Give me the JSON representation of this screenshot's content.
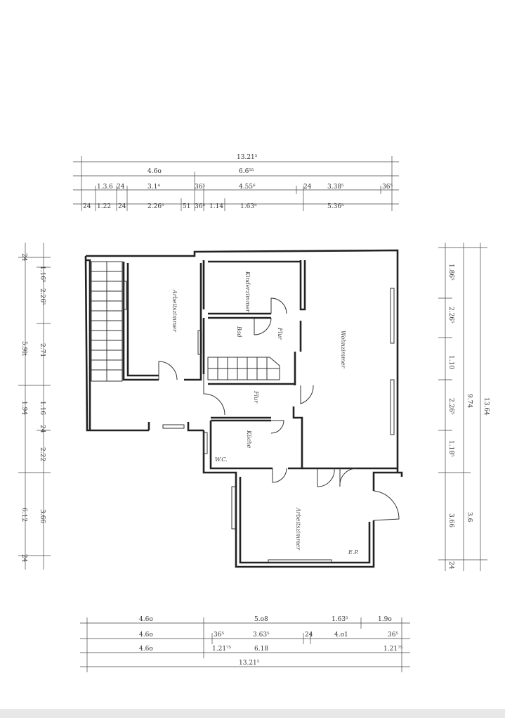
{
  "top_dims": {
    "row1": [
      "13.21⁵"
    ],
    "row2": [
      "4.6o",
      "6.6⁵⁵"
    ],
    "row3": [
      "1.3.6",
      "24",
      "3.1⁴",
      "36⁵",
      "4.55⁶",
      "24",
      "3.38⁵",
      "36⁵"
    ],
    "row4": [
      "24",
      "1.22",
      "24",
      "2.26⁵",
      "51",
      "36⁵",
      "1.14",
      "1.63⁵",
      "5.36⁵"
    ]
  },
  "left_dims": {
    "outer": [
      "24",
      "5.9lt",
      "1.94",
      "6.12",
      "24"
    ],
    "inner": [
      "1.16⁵",
      "2.26⁵",
      "2.71",
      "1.16",
      "24",
      "2.22",
      "3.66"
    ]
  },
  "right_dims": {
    "total": "13.64",
    "mid": [
      "9.74",
      "3.6"
    ],
    "inner": [
      "1.86⁵",
      "2.26⁵",
      "1.10",
      "2.26⁵",
      "1.18⁵",
      "3.66",
      "24"
    ]
  },
  "bottom_dims": {
    "row1": [
      "4.6o",
      "5.o8",
      "1.63⁵",
      "1.9o"
    ],
    "row2": [
      "4.6o",
      "36⁵",
      "3.63⁵",
      "24",
      "4.o1",
      "36⁵"
    ],
    "row3": [
      "4.6o",
      "1.21⁷⁵",
      "6.18",
      "1.21⁷⁵"
    ],
    "row4": [
      "13.21⁵"
    ]
  },
  "rooms": {
    "arbeitszimmer_top": "Arbeitszimmer",
    "kinderzimmer": "Kinderzimmer",
    "wohnzimmer": "Wohnzimmer",
    "bad": "Bad",
    "flur_upper": "Flur",
    "flur": "Flur",
    "kueche": "Küche",
    "wc": "W.C.",
    "arbeitszimmer_bottom": "Arbeitszimmer",
    "ep": "E.P."
  }
}
